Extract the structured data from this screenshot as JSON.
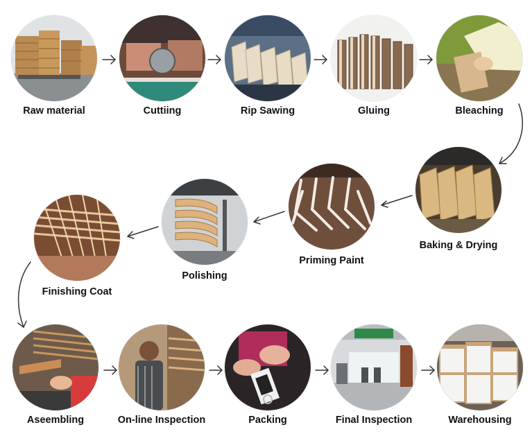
{
  "steps": [
    {
      "label": "Raw material",
      "icon": "lumber-stack-photo"
    },
    {
      "label": "Cuttiing",
      "icon": "saw-cutting-photo"
    },
    {
      "label": "Rip Sawing",
      "icon": "rip-saw-photo"
    },
    {
      "label": "Gluing",
      "icon": "glued-boards-photo"
    },
    {
      "label": "Bleaching",
      "icon": "bleaching-photo"
    },
    {
      "label": "Baking & Drying",
      "icon": "drying-racks-photo"
    },
    {
      "label": "Priming Paint",
      "icon": "hangers-priming-photo"
    },
    {
      "label": "Polishing",
      "icon": "polishing-photo"
    },
    {
      "label": "Finishing Coat",
      "icon": "finishing-line-photo"
    },
    {
      "label": "Aseembling",
      "icon": "assembling-photo"
    },
    {
      "label": "On-line Inspection",
      "icon": "online-inspection-photo"
    },
    {
      "label": "Packing",
      "icon": "packing-photo"
    },
    {
      "label": "Final Inspection",
      "icon": "final-inspection-photo"
    },
    {
      "label": "Warehousing",
      "icon": "warehouse-boxes-photo"
    }
  ],
  "colors": {
    "label_text": "#111111",
    "arrow": "#333333"
  }
}
